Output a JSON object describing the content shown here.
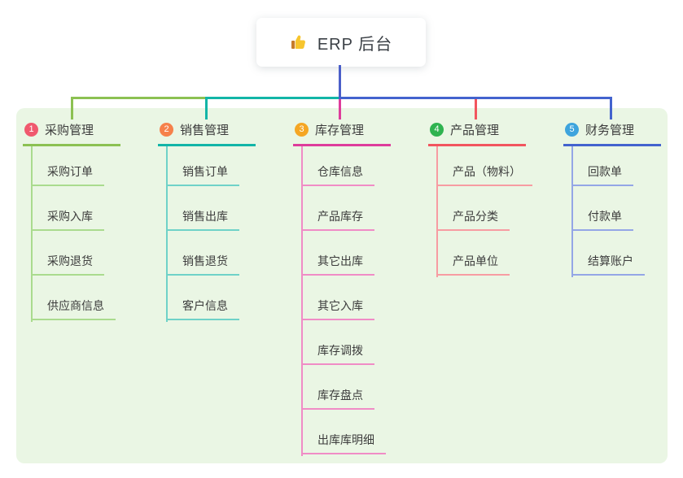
{
  "root": {
    "label": "ERP 后台",
    "icon": "thumbs-up",
    "connector_color": "#4B5FC9"
  },
  "branches": [
    {
      "number": "1",
      "label": "采购管理",
      "colors": {
        "badge": "#F0596E",
        "line": "#8CC152",
        "child_line": "#AADB8E"
      },
      "children": [
        "采购订单",
        "采购入库",
        "采购退货",
        "供应商信息"
      ]
    },
    {
      "number": "2",
      "label": "销售管理",
      "colors": {
        "badge": "#F6814B",
        "line": "#12B5A7",
        "child_line": "#6FD2C8"
      },
      "children": [
        "销售订单",
        "销售出库",
        "销售退货",
        "客户信息"
      ]
    },
    {
      "number": "3",
      "label": "库存管理",
      "colors": {
        "badge": "#F5A623",
        "line": "#DE3C9B",
        "child_line": "#F08CC6"
      },
      "children": [
        "仓库信息",
        "产品库存",
        "其它出库",
        "其它入库",
        "库存调拨",
        "库存盘点",
        "出库库明细"
      ]
    },
    {
      "number": "4",
      "label": "产品管理",
      "colors": {
        "badge": "#2FB350",
        "line": "#F2555E",
        "child_line": "#F79CA2"
      },
      "children": [
        "产品（物料）",
        "产品分类",
        "产品单位"
      ]
    },
    {
      "number": "5",
      "label": "财务管理",
      "colors": {
        "badge": "#3EA4DD",
        "line": "#4363CE",
        "child_line": "#94A6E6"
      },
      "children": [
        "回款单",
        "付款单",
        "结算账户"
      ]
    }
  ]
}
